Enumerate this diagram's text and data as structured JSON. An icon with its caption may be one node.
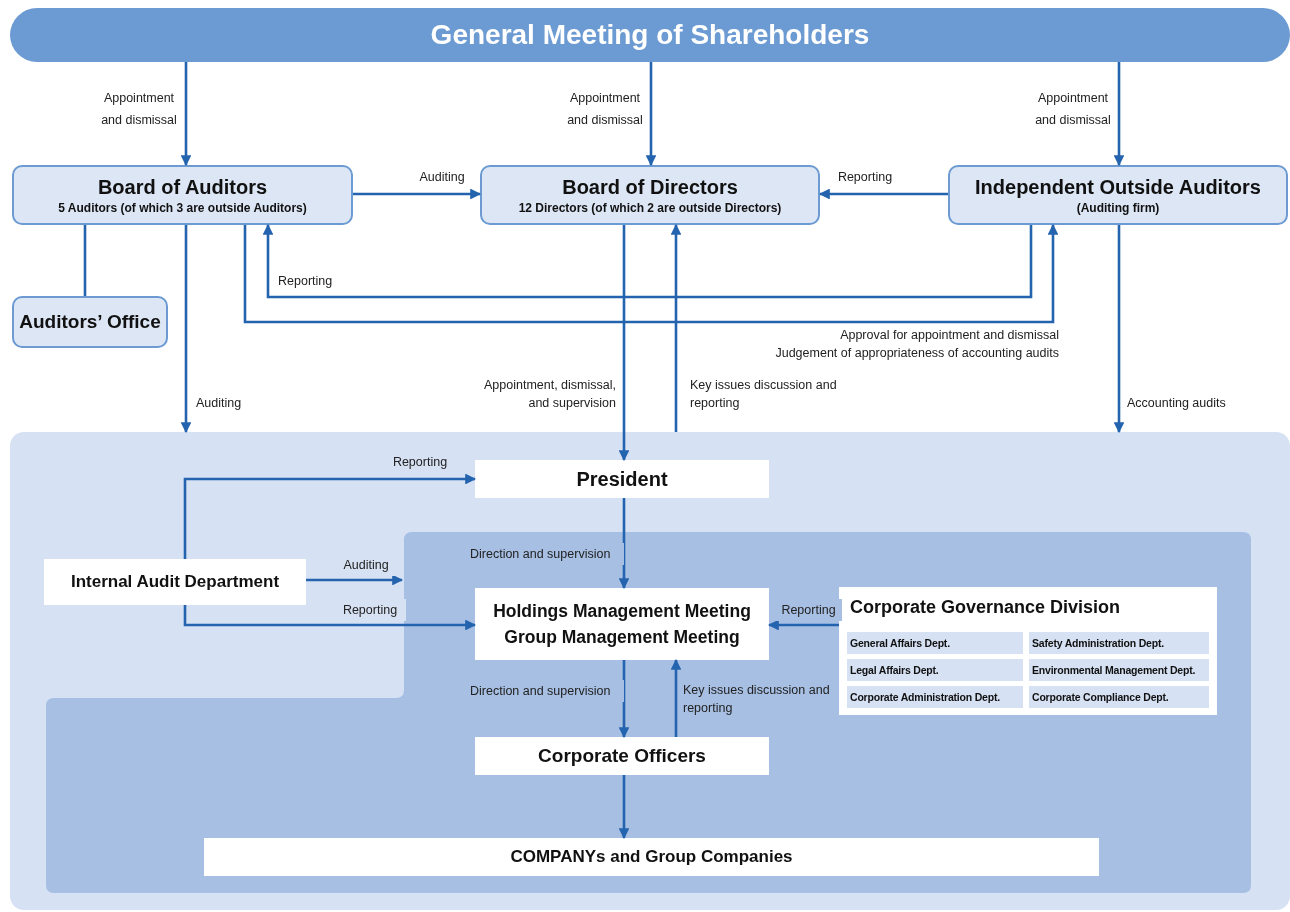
{
  "diagram": {
    "nodes": [
      {
        "text": [
          "General Meeting of Shareholders"
        ]
      },
      {
        "text": [
          "Board of Auditors",
          "5 Auditors (of which 3 are outside Auditors)"
        ]
      },
      {
        "text": [
          "Board of Directors",
          "12 Directors (of which 2 are outside Directors)"
        ]
      },
      {
        "text": [
          "Independent Outside Auditors",
          "(Auditing firm)"
        ]
      },
      {
        "text": [
          "Auditors’ Office"
        ]
      },
      {
        "text": [],
        "shape": "box"
      },
      {
        "text": [],
        "shape": "box",
        "in": 5
      },
      {
        "text": [
          "President"
        ],
        "in": 5
      },
      {
        "text": [
          "Internal Audit Department"
        ],
        "in": 5
      },
      {
        "text": [
          "Holdings Management Meeting",
          "Group Management Meeting"
        ],
        "in": 6
      },
      {
        "text": [
          "Corporate Governance Division"
        ],
        "in": 6
      },
      {
        "text": [
          "General Affairs Dept."
        ],
        "in": 10
      },
      {
        "text": [
          "Safety Administration Dept."
        ],
        "in": 10
      },
      {
        "text": [
          "Legal Affairs Dept."
        ],
        "in": 10
      },
      {
        "text": [
          "Environmental Management Dept."
        ],
        "in": 10
      },
      {
        "text": [
          "Corporate Administration Dept."
        ],
        "in": 10
      },
      {
        "text": [
          "Corporate Compliance Dept."
        ],
        "in": 10
      },
      {
        "text": [
          "Corporate Officers"
        ],
        "in": 6
      },
      {
        "text": [
          "COMPANYs and Group Companies"
        ],
        "in": 6
      }
    ],
    "edges": [
      {
        "from": 0,
        "to": 1,
        "arrow": "to",
        "label": "Appointment and dismissal"
      },
      {
        "from": 0,
        "to": 2,
        "arrow": "to",
        "label": "Appointment and dismissal"
      },
      {
        "from": 0,
        "to": 3,
        "arrow": "to",
        "label": "Appointment and dismissal"
      },
      {
        "from": 1,
        "to": 2,
        "arrow": "to",
        "label": "Auditing"
      },
      {
        "from": 3,
        "to": 2,
        "arrow": "to",
        "label": "Reporting"
      },
      {
        "from": 1,
        "to": 4,
        "arrow": "none"
      },
      {
        "from": 3,
        "to": 1,
        "arrow": "to",
        "label": "Reporting"
      },
      {
        "from": 1,
        "to": 3,
        "arrow": "to",
        "label": "Approval for appointment and dismissal"
      },
      {
        "from": 1,
        "to": 5,
        "arrow": "to",
        "label": "Auditing"
      },
      {
        "from": 2,
        "to": 7,
        "arrow": "to",
        "label": "Appointment, dismissal, and supervision"
      },
      {
        "from": 5,
        "to": 2,
        "arrow": "to",
        "label": "Key issues discussion and reporting"
      },
      {
        "from": 3,
        "to": 5,
        "arrow": "to",
        "label": "Accounting audits"
      },
      {
        "from": 8,
        "to": 7,
        "arrow": "to",
        "label": "Reporting"
      },
      {
        "from": 8,
        "to": 6,
        "arrow": "to",
        "label": "Auditing"
      },
      {
        "from": 8,
        "to": 9,
        "arrow": "to",
        "label": "Reporting"
      },
      {
        "from": 7,
        "to": 9,
        "arrow": "to",
        "label": "Direction and supervision"
      },
      {
        "from": 10,
        "to": 9,
        "arrow": "to",
        "label": "Reporting"
      },
      {
        "from": 9,
        "to": 17,
        "arrow": "to",
        "label": "Direction and supervision"
      },
      {
        "from": 17,
        "to": 9,
        "arrow": "to",
        "label": "Key issues discussion and reporting"
      },
      {
        "from": 17,
        "to": 18,
        "arrow": "to"
      }
    ],
    "labels": [
      "Judgement of appropriateness of accounting audits"
    ]
  }
}
